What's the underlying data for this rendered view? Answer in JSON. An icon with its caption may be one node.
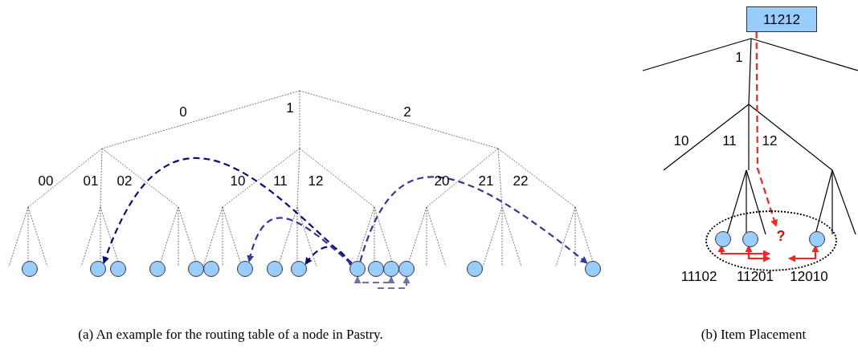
{
  "diagram": {
    "nodes": [
      {
        "text": [],
        "shape": "circle"
      },
      {
        "text": [],
        "shape": "circle"
      },
      {
        "text": [],
        "shape": "circle"
      },
      {
        "text": [],
        "shape": "circle"
      },
      {
        "text": [],
        "shape": "circle"
      },
      {
        "text": [],
        "shape": "circle"
      },
      {
        "text": [],
        "shape": "circle"
      },
      {
        "text": [],
        "shape": "circle"
      },
      {
        "text": [],
        "shape": "circle"
      },
      {
        "text": [],
        "shape": "circle"
      },
      {
        "text": [],
        "shape": "circle"
      },
      {
        "text": [],
        "shape": "circle"
      },
      {
        "text": [],
        "shape": "circle"
      },
      {
        "text": [],
        "shape": "circle"
      },
      {
        "text": [],
        "shape": "circle"
      },
      {
        "text": [
          "11212"
        ]
      },
      {
        "text": [],
        "shape": "ellipse"
      },
      {
        "text": [],
        "shape": "circle",
        "in": 16
      },
      {
        "text": [],
        "shape": "circle",
        "in": 16
      },
      {
        "text": [
          "?"
        ],
        "in": 16
      },
      {
        "text": [],
        "shape": "circle",
        "in": 16
      }
    ],
    "edges": [
      {
        "from": 9,
        "to": 1,
        "arrow": "to",
        "style": "dashed",
        "color": "#0b0b80"
      },
      {
        "from": 9,
        "to": 8,
        "arrow": "to",
        "style": "dashed",
        "color": "#0b0b80"
      },
      {
        "from": 9,
        "to": 6,
        "arrow": "to",
        "style": "dashed",
        "color": "#3535a5"
      },
      {
        "from": 9,
        "to": 14,
        "arrow": "to",
        "style": "dashed",
        "color": "#3535a5"
      },
      {
        "from": 9,
        "to": 11,
        "arrow": "both",
        "style": "dashed",
        "color": "#7070a8"
      },
      {
        "from": null,
        "to": 12,
        "arrow": "to",
        "style": "dashed",
        "color": "#7070a8"
      },
      {
        "from": 15,
        "to": 19,
        "arrow": "to",
        "style": "dashed",
        "color": "#ff2020"
      },
      {
        "from": 17,
        "to": 19,
        "arrow": "both",
        "color": "#ff2020"
      },
      {
        "from": 18,
        "to": 19,
        "arrow": "both",
        "color": "#ff2020"
      },
      {
        "from": 19,
        "to": 20,
        "arrow": "both",
        "color": "#ff2020"
      }
    ],
    "labels": [
      "0",
      "1",
      "2",
      "00",
      "01",
      "02",
      "10",
      "11",
      "12",
      "20",
      "21",
      "22",
      "1",
      "10",
      "11",
      "12",
      "11102",
      "11201",
      "12010",
      "(a) An example for the routing table of a node in Pastry.",
      "(b) Item Placement"
    ]
  }
}
